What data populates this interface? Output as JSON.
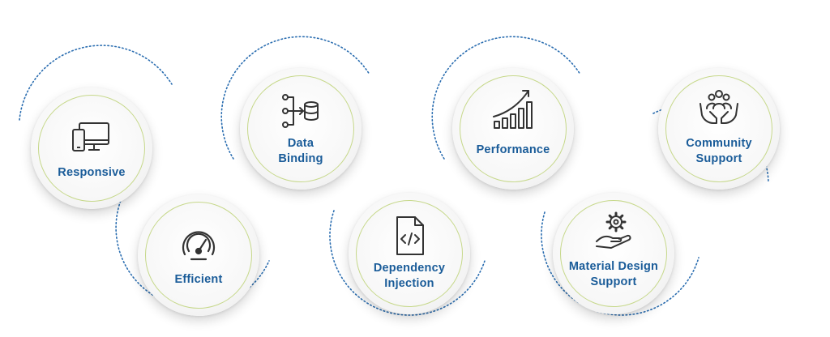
{
  "features": [
    {
      "id": "responsive",
      "label": "Responsive",
      "icon": "devices-icon"
    },
    {
      "id": "efficient",
      "label": "Efficient",
      "icon": "speedometer-icon"
    },
    {
      "id": "data-binding",
      "label_lines": [
        "Data",
        "Binding"
      ],
      "icon": "data-binding-icon"
    },
    {
      "id": "dependency-injection",
      "label_lines": [
        "Dependency",
        "Injection"
      ],
      "icon": "code-file-icon"
    },
    {
      "id": "performance",
      "label": "Performance",
      "icon": "growth-chart-icon"
    },
    {
      "id": "material-design-support",
      "label_lines": [
        "Material Design",
        "Support"
      ],
      "icon": "gear-hand-icon"
    },
    {
      "id": "community-support",
      "label_lines": [
        "Community",
        "Support"
      ],
      "icon": "community-hands-icon"
    }
  ],
  "colors": {
    "label": "#1a5c99",
    "ring": "#c6d88a",
    "dotted_arc": "#2a6db0",
    "icon_stroke": "#333333"
  }
}
